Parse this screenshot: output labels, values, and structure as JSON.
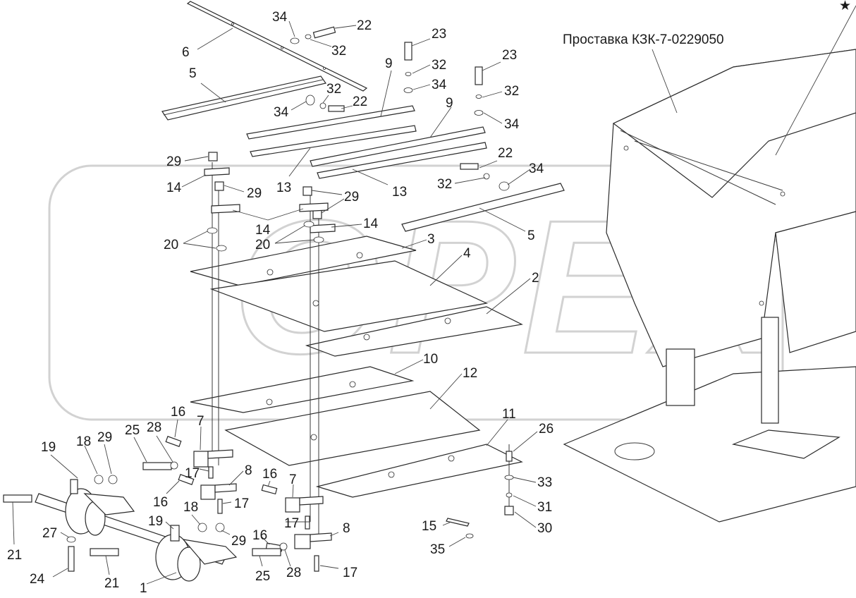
{
  "diagram": {
    "title": "Проставка КЗК-7-0229050",
    "watermark": "OPEX",
    "corner_mark": "★",
    "callouts": [
      {
        "id": "c-34a",
        "text": "34"
      },
      {
        "id": "c-22a",
        "text": "22"
      },
      {
        "id": "c-6",
        "text": "6"
      },
      {
        "id": "c-32a",
        "text": "32"
      },
      {
        "id": "c-23a",
        "text": "23"
      },
      {
        "id": "c-5a",
        "text": "5"
      },
      {
        "id": "c-32b",
        "text": "32"
      },
      {
        "id": "c-9a",
        "text": "9"
      },
      {
        "id": "c-32c",
        "text": "32"
      },
      {
        "id": "c-23b",
        "text": "23"
      },
      {
        "id": "c-34b",
        "text": "34"
      },
      {
        "id": "c-22b",
        "text": "22"
      },
      {
        "id": "c-34c",
        "text": "34"
      },
      {
        "id": "c-32d",
        "text": "32"
      },
      {
        "id": "c-9b",
        "text": "9"
      },
      {
        "id": "c-34d",
        "text": "34"
      },
      {
        "id": "c-22c",
        "text": "22"
      },
      {
        "id": "c-29a",
        "text": "29"
      },
      {
        "id": "c-14a",
        "text": "14"
      },
      {
        "id": "c-13a",
        "text": "13"
      },
      {
        "id": "c-34e",
        "text": "34"
      },
      {
        "id": "c-32e",
        "text": "32"
      },
      {
        "id": "c-13b",
        "text": "13"
      },
      {
        "id": "c-29b",
        "text": "29"
      },
      {
        "id": "c-29c",
        "text": "29"
      },
      {
        "id": "c-14b",
        "text": "14"
      },
      {
        "id": "c-14c",
        "text": "14"
      },
      {
        "id": "c-5b",
        "text": "5"
      },
      {
        "id": "c-20a",
        "text": "20"
      },
      {
        "id": "c-20b",
        "text": "20"
      },
      {
        "id": "c-3",
        "text": "3"
      },
      {
        "id": "c-4",
        "text": "4"
      },
      {
        "id": "c-2",
        "text": "2"
      },
      {
        "id": "c-10",
        "text": "10"
      },
      {
        "id": "c-12",
        "text": "12"
      },
      {
        "id": "c-16a",
        "text": "16"
      },
      {
        "id": "c-7a",
        "text": "7"
      },
      {
        "id": "c-11",
        "text": "11"
      },
      {
        "id": "c-26",
        "text": "26"
      },
      {
        "id": "c-19a",
        "text": "19"
      },
      {
        "id": "c-18a",
        "text": "18"
      },
      {
        "id": "c-29d",
        "text": "29"
      },
      {
        "id": "c-25a",
        "text": "25"
      },
      {
        "id": "c-28a",
        "text": "28"
      },
      {
        "id": "c-17a",
        "text": "17"
      },
      {
        "id": "c-16b",
        "text": "16"
      },
      {
        "id": "c-8a",
        "text": "8"
      },
      {
        "id": "c-16c",
        "text": "16"
      },
      {
        "id": "c-7b",
        "text": "7"
      },
      {
        "id": "c-33",
        "text": "33"
      },
      {
        "id": "c-17b",
        "text": "17"
      },
      {
        "id": "c-18b",
        "text": "18"
      },
      {
        "id": "c-31",
        "text": "31"
      },
      {
        "id": "c-19b",
        "text": "19"
      },
      {
        "id": "c-17c",
        "text": "17"
      },
      {
        "id": "c-30",
        "text": "30"
      },
      {
        "id": "c-29e",
        "text": "29"
      },
      {
        "id": "c-16d",
        "text": "16"
      },
      {
        "id": "c-8b",
        "text": "8"
      },
      {
        "id": "c-15",
        "text": "15"
      },
      {
        "id": "c-21a",
        "text": "21"
      },
      {
        "id": "c-27",
        "text": "27"
      },
      {
        "id": "c-35",
        "text": "35"
      },
      {
        "id": "c-24",
        "text": "24"
      },
      {
        "id": "c-21b",
        "text": "21"
      },
      {
        "id": "c-25b",
        "text": "25"
      },
      {
        "id": "c-28b",
        "text": "28"
      },
      {
        "id": "c-17d",
        "text": "17"
      },
      {
        "id": "c-1",
        "text": "1"
      }
    ]
  }
}
